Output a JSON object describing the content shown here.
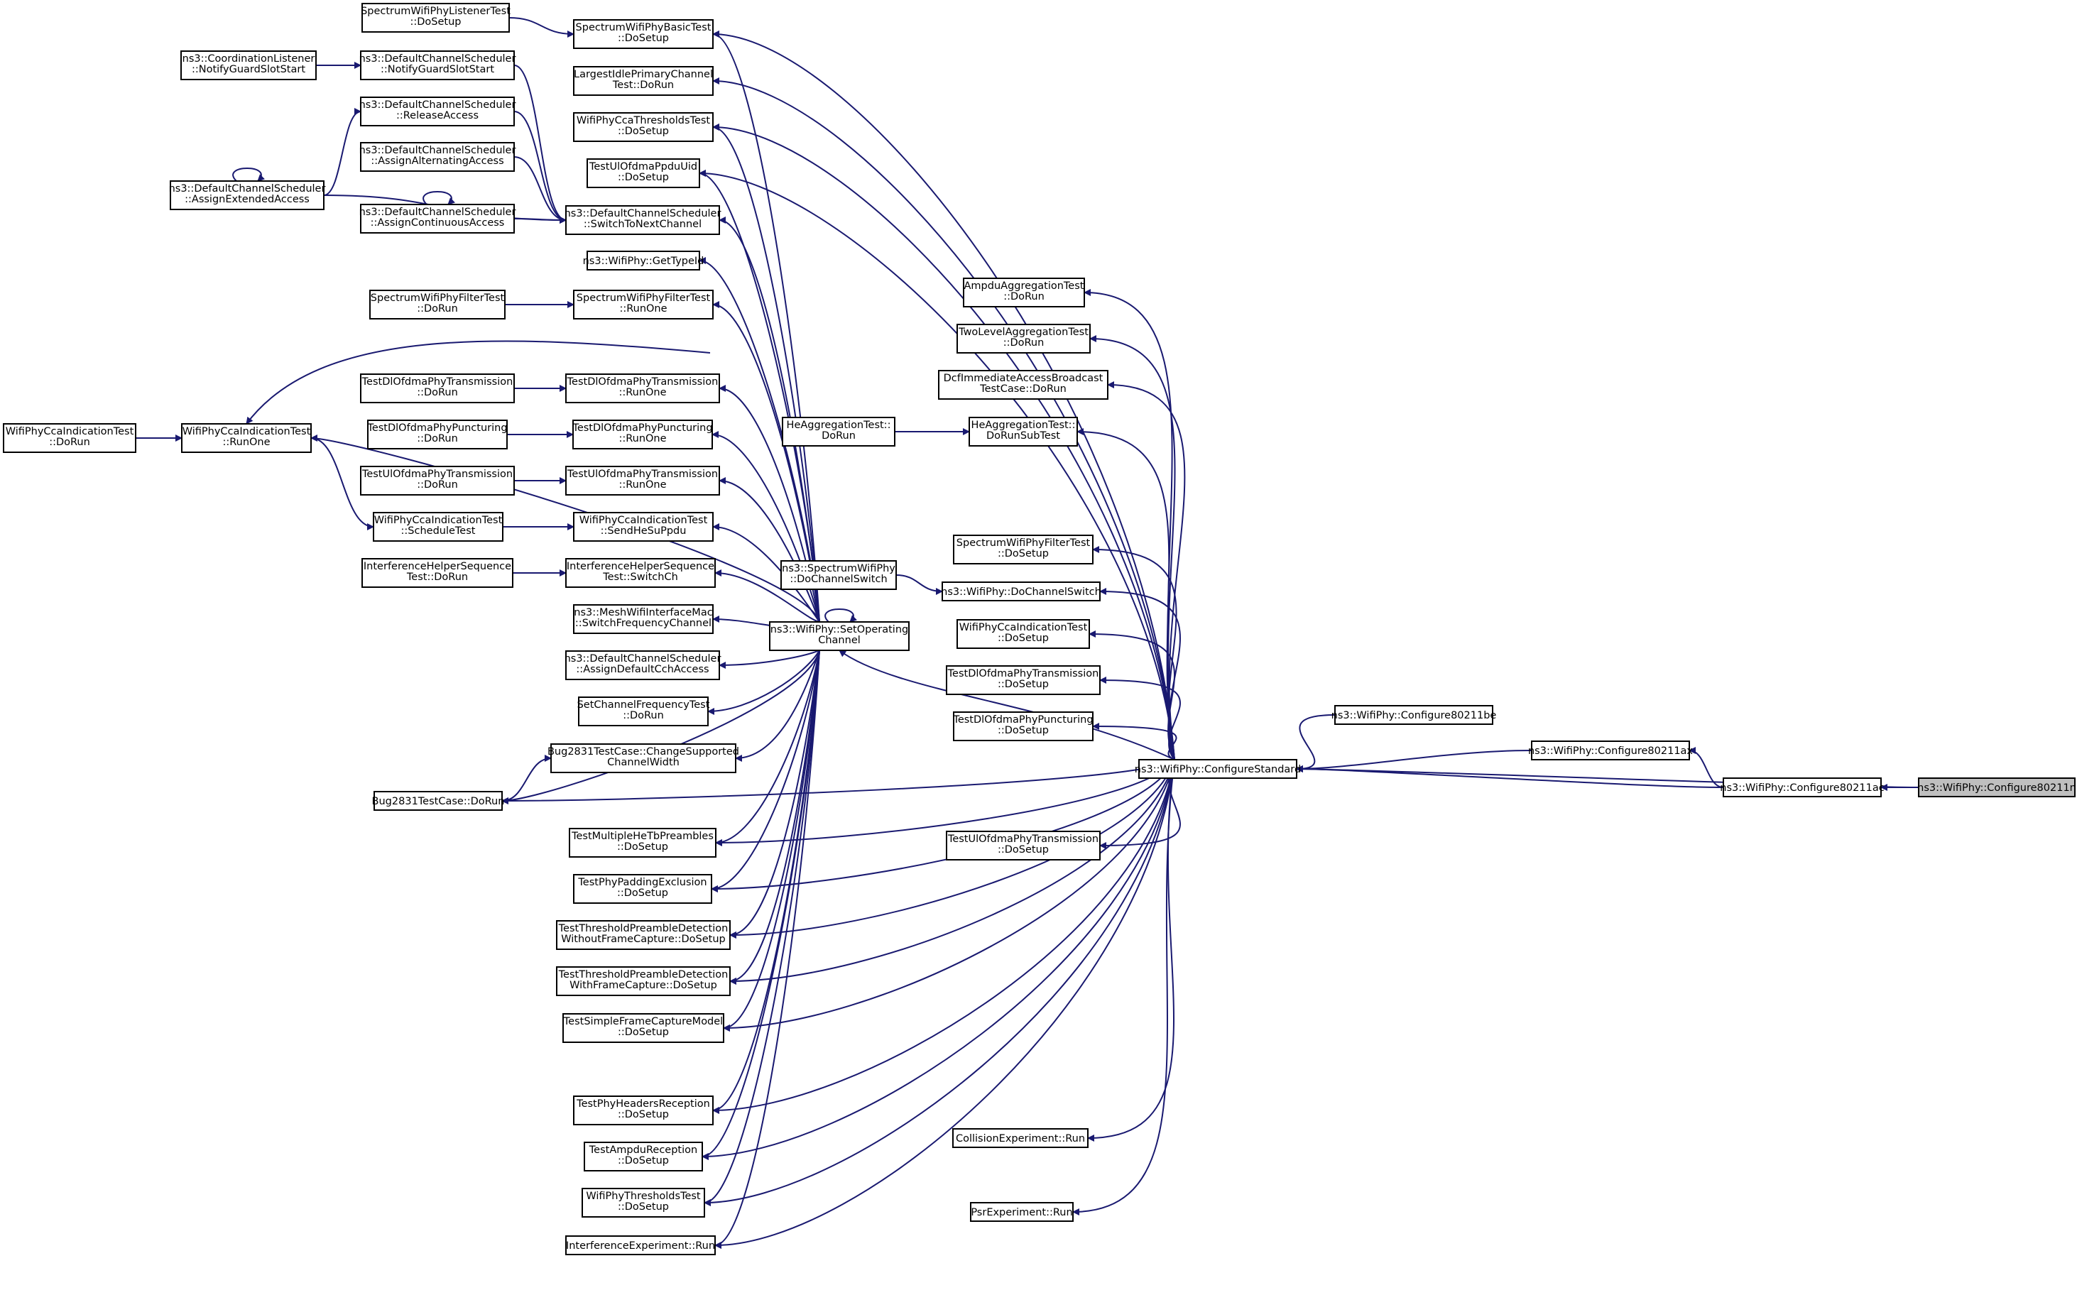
{
  "graph": {
    "title": "",
    "focus_node": "ns3::WifiPhy::Configure80211n",
    "colors": {
      "edge": "#191970",
      "node_border": "#000000",
      "node_fill": "#ffffff",
      "focus_fill": "#bfbfbf"
    },
    "nodes": [
      {
        "id": "n_listener",
        "lines": [
          "SpectrumWifiPhyListenerTest",
          "::DoSetup"
        ]
      },
      {
        "id": "n_basic",
        "lines": [
          "SpectrumWifiPhyBasicTest",
          "::DoSetup"
        ]
      },
      {
        "id": "n_coordlistener",
        "lines": [
          "ns3::CoordinationListener",
          "::NotifyGuardSlotStart"
        ]
      },
      {
        "id": "n_dcs_notify",
        "lines": [
          "ns3::DefaultChannelScheduler",
          "::NotifyGuardSlotStart"
        ]
      },
      {
        "id": "n_largest",
        "lines": [
          "LargestIdlePrimaryChannel",
          "Test::DoRun"
        ]
      },
      {
        "id": "n_dcs_release",
        "lines": [
          "ns3::DefaultChannelScheduler",
          "::ReleaseAccess"
        ]
      },
      {
        "id": "n_ccathr",
        "lines": [
          "WifiPhyCcaThresholdsTest",
          "::DoSetup"
        ]
      },
      {
        "id": "n_dcs_alt",
        "lines": [
          "ns3::DefaultChannelScheduler",
          "::AssignAlternatingAccess"
        ]
      },
      {
        "id": "n_ulofdmauid",
        "lines": [
          "TestUlOfdmaPpduUid",
          "::DoSetup"
        ]
      },
      {
        "id": "n_dcs_ext",
        "lines": [
          "ns3::DefaultChannelScheduler",
          "::AssignExtendedAccess"
        ]
      },
      {
        "id": "n_dcs_cont",
        "lines": [
          "ns3::DefaultChannelScheduler",
          "::AssignContinuousAccess"
        ]
      },
      {
        "id": "n_dcs_switch",
        "lines": [
          "ns3::DefaultChannelScheduler",
          "::SwitchToNextChannel"
        ]
      },
      {
        "id": "n_gettypeid",
        "lines": [
          "ns3::WifiPhy::GetTypeId"
        ]
      },
      {
        "id": "n_ampdu_agg",
        "lines": [
          "AmpduAggregationTest",
          "::DoRun"
        ]
      },
      {
        "id": "n_filter_dorun",
        "lines": [
          "SpectrumWifiPhyFilterTest",
          "::DoRun"
        ]
      },
      {
        "id": "n_filter_runone",
        "lines": [
          "SpectrumWifiPhyFilterTest",
          "::RunOne"
        ]
      },
      {
        "id": "n_twolevel",
        "lines": [
          "TwoLevelAggregationTest",
          "::DoRun"
        ]
      },
      {
        "id": "n_dcf",
        "lines": [
          "DcfImmediateAccessBroadcast",
          "TestCase::DoRun"
        ]
      },
      {
        "id": "n_dltx_dorun",
        "lines": [
          "TestDlOfdmaPhyTransmission",
          "::DoRun"
        ]
      },
      {
        "id": "n_dltx_runone",
        "lines": [
          "TestDlOfdmaPhyTransmission",
          "::RunOne"
        ]
      },
      {
        "id": "n_he_dorun",
        "lines": [
          "HeAggregationTest::",
          "DoRun"
        ]
      },
      {
        "id": "n_he_sub",
        "lines": [
          "HeAggregationTest::",
          "DoRunSubTest"
        ]
      },
      {
        "id": "n_cca_dorun",
        "lines": [
          "WifiPhyCcaIndicationTest",
          "::DoRun"
        ]
      },
      {
        "id": "n_cca_runone",
        "lines": [
          "WifiPhyCcaIndicationTest",
          "::RunOne"
        ]
      },
      {
        "id": "n_dlpunc_dorun",
        "lines": [
          "TestDlOfdmaPhyPuncturing",
          "::DoRun"
        ]
      },
      {
        "id": "n_dlpunc_runone",
        "lines": [
          "TestDlOfdmaPhyPuncturing",
          "::RunOne"
        ]
      },
      {
        "id": "n_ultx_dorun",
        "lines": [
          "TestUlOfdmaPhyTransmission",
          "::DoRun"
        ]
      },
      {
        "id": "n_ultx_runone",
        "lines": [
          "TestUlOfdmaPhyTransmission",
          "::RunOne"
        ]
      },
      {
        "id": "n_cca_sched",
        "lines": [
          "WifiPhyCcaIndicationTest",
          "::ScheduleTest"
        ]
      },
      {
        "id": "n_cca_sendhe",
        "lines": [
          "WifiPhyCcaIndicationTest",
          "::SendHeSuPpdu"
        ]
      },
      {
        "id": "n_filter_dosetup",
        "lines": [
          "SpectrumWifiPhyFilterTest",
          "::DoSetup"
        ]
      },
      {
        "id": "n_ihs_dorun",
        "lines": [
          "InterferenceHelperSequence",
          "Test::DoRun"
        ]
      },
      {
        "id": "n_ihs_switch",
        "lines": [
          "InterferenceHelperSequence",
          "Test::SwitchCh"
        ]
      },
      {
        "id": "n_spec_docs",
        "lines": [
          "ns3::SpectrumWifiPhy",
          "::DoChannelSwitch"
        ]
      },
      {
        "id": "n_docs",
        "lines": [
          "ns3::WifiPhy::DoChannelSwitch"
        ]
      },
      {
        "id": "n_mesh",
        "lines": [
          "ns3::MeshWifiInterfaceMac",
          "::SwitchFrequencyChannel"
        ]
      },
      {
        "id": "n_setop",
        "lines": [
          "ns3::WifiPhy::SetOperating",
          "Channel"
        ]
      },
      {
        "id": "n_cca_dosetup",
        "lines": [
          "WifiPhyCcaIndicationTest",
          "::DoSetup"
        ]
      },
      {
        "id": "n_dcs_default",
        "lines": [
          "ns3::DefaultChannelScheduler",
          "::AssignDefaultCchAccess"
        ]
      },
      {
        "id": "n_dltx_dosetup",
        "lines": [
          "TestDlOfdmaPhyTransmission",
          "::DoSetup"
        ]
      },
      {
        "id": "n_setchanfreq",
        "lines": [
          "SetChannelFrequencyTest",
          "::DoRun"
        ]
      },
      {
        "id": "n_dlpunc_dosetup",
        "lines": [
          "TestDlOfdmaPhyPuncturing",
          "::DoSetup"
        ]
      },
      {
        "id": "n_be",
        "lines": [
          "ns3::WifiPhy::Configure80211be"
        ]
      },
      {
        "id": "n_bug_change",
        "lines": [
          "Bug2831TestCase::ChangeSupported",
          "ChannelWidth"
        ]
      },
      {
        "id": "n_ax",
        "lines": [
          "ns3::WifiPhy::Configure80211ax"
        ]
      },
      {
        "id": "n_cfgstd",
        "lines": [
          "ns3::WifiPhy::ConfigureStandard"
        ]
      },
      {
        "id": "n_bug_dorun",
        "lines": [
          "Bug2831TestCase::DoRun"
        ]
      },
      {
        "id": "n_ac",
        "lines": [
          "ns3::WifiPhy::Configure80211ac"
        ]
      },
      {
        "id": "n_n",
        "lines": [
          "ns3::WifiPhy::Configure80211n"
        ]
      },
      {
        "id": "n_multihetb",
        "lines": [
          "TestMultipleHeTbPreambles",
          "::DoSetup"
        ]
      },
      {
        "id": "n_ultx_dosetup",
        "lines": [
          "TestUlOfdmaPhyTransmission",
          "::DoSetup"
        ]
      },
      {
        "id": "n_padding",
        "lines": [
          "TestPhyPaddingExclusion",
          "::DoSetup"
        ]
      },
      {
        "id": "n_thr_without",
        "lines": [
          "TestThresholdPreambleDetection",
          "WithoutFrameCapture::DoSetup"
        ]
      },
      {
        "id": "n_thr_with",
        "lines": [
          "TestThresholdPreambleDetection",
          "WithFrameCapture::DoSetup"
        ]
      },
      {
        "id": "n_simplefc",
        "lines": [
          "TestSimpleFrameCaptureModel",
          "::DoSetup"
        ]
      },
      {
        "id": "n_headers",
        "lines": [
          "TestPhyHeadersReception",
          "::DoSetup"
        ]
      },
      {
        "id": "n_collision",
        "lines": [
          "CollisionExperiment::Run"
        ]
      },
      {
        "id": "n_ampdu_rx",
        "lines": [
          "TestAmpduReception",
          "::DoSetup"
        ]
      },
      {
        "id": "n_phythr",
        "lines": [
          "WifiPhyThresholdsTest",
          "::DoSetup"
        ]
      },
      {
        "id": "n_psr",
        "lines": [
          "PsrExperiment::Run"
        ]
      },
      {
        "id": "n_interf",
        "lines": [
          "InterferenceExperiment::Run"
        ]
      }
    ]
  }
}
